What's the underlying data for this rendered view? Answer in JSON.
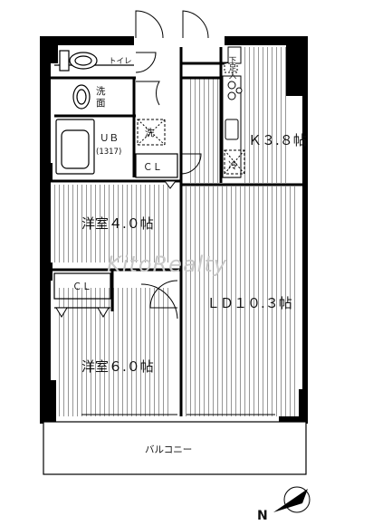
{
  "rooms": {
    "toilet": "トイレ",
    "washroom": "洗面",
    "unit_bath": "ＵＢ",
    "unit_bath_size": "(1317)",
    "washer": "洗",
    "closet_1": "ＣＬ",
    "closet_2": "ＣＬ",
    "kitchen": "Ｋ３.８帖",
    "fridge": "冷",
    "shoe_storage": "下足入",
    "western_room_small": "洋室４.０帖",
    "western_room_large": "洋室６.０帖",
    "living_dining": "ＬＤ１０.３帖",
    "balcony": "バルコニー"
  },
  "compass": {
    "label": "N"
  },
  "watermark": "KitoRealty"
}
